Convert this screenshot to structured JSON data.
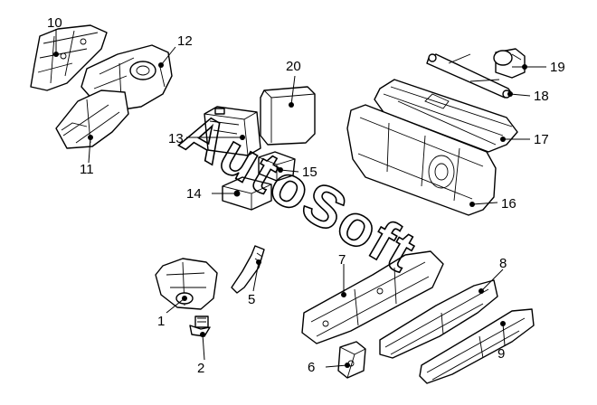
{
  "watermark": {
    "text": "AutoSoft"
  },
  "parts": [
    {
      "number": "1"
    },
    {
      "number": "2"
    },
    {
      "number": "5"
    },
    {
      "number": "6"
    },
    {
      "number": "7"
    },
    {
      "number": "8"
    },
    {
      "number": "9"
    },
    {
      "number": "10"
    },
    {
      "number": "11"
    },
    {
      "number": "12"
    },
    {
      "number": "13"
    },
    {
      "number": "14"
    },
    {
      "number": "15"
    },
    {
      "number": "16"
    },
    {
      "number": "17"
    },
    {
      "number": "18"
    },
    {
      "number": "19"
    },
    {
      "number": "20"
    }
  ]
}
